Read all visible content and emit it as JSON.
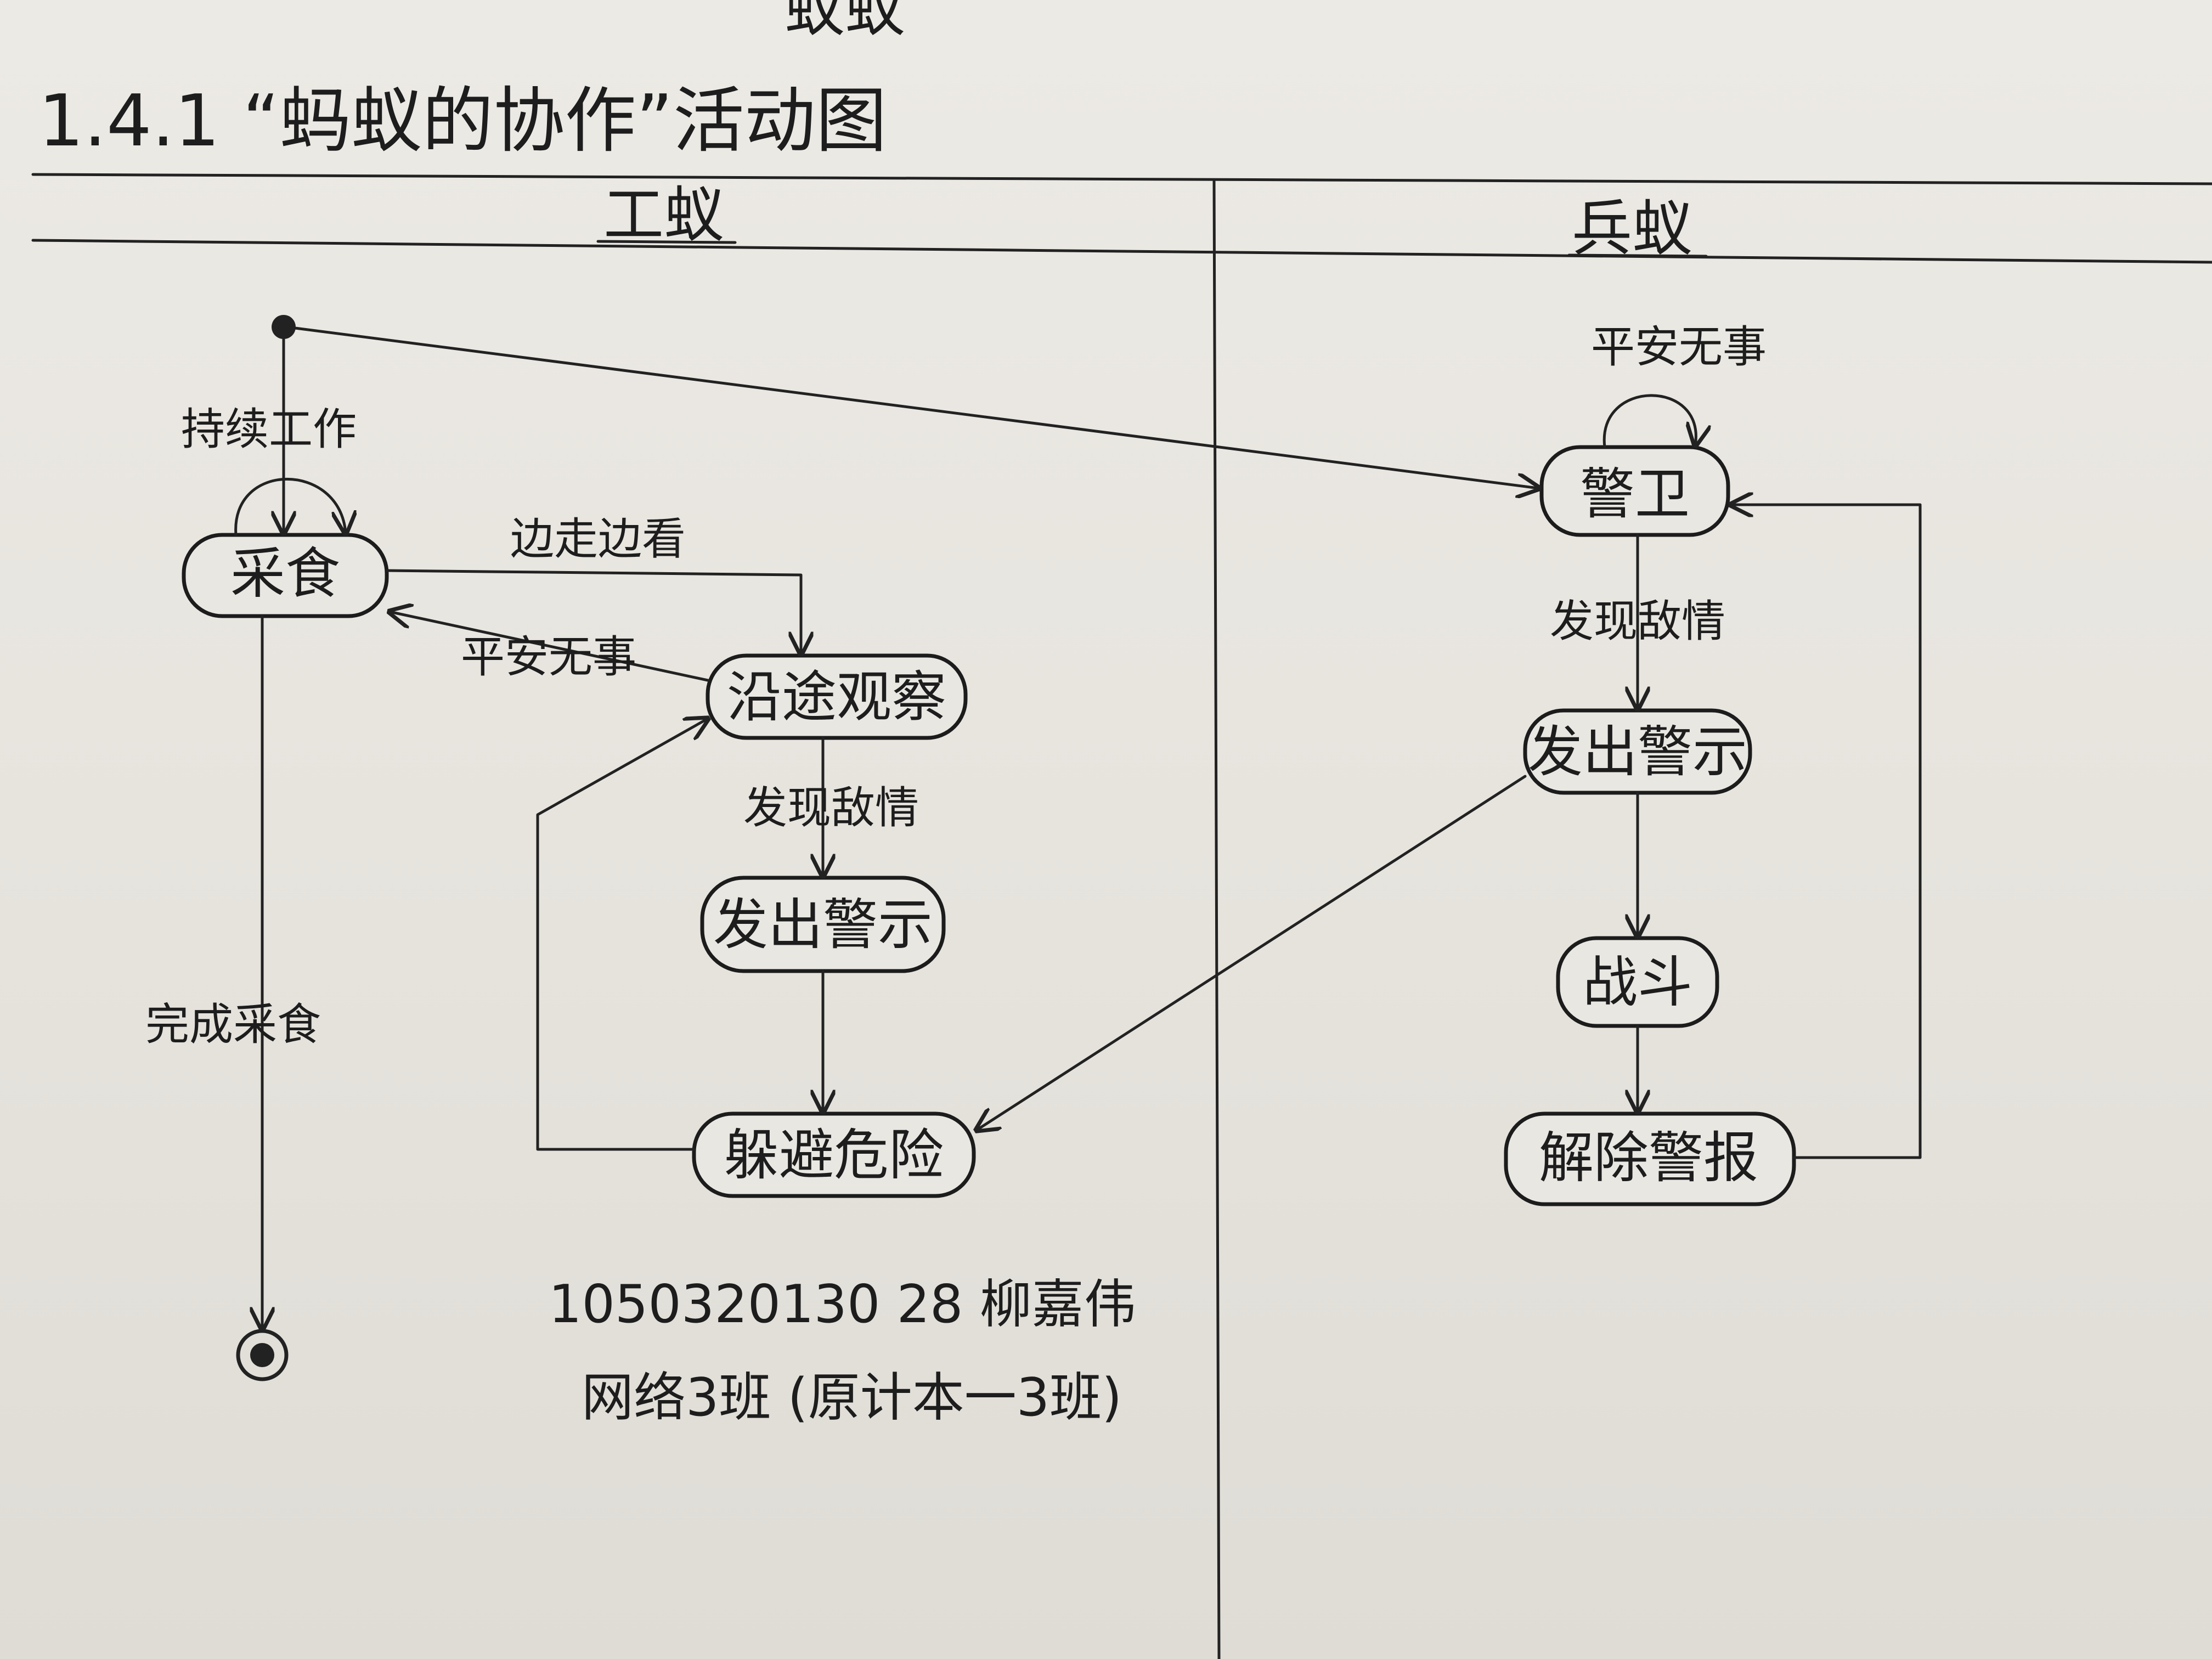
{
  "page": {
    "top_fragment": "蚁蚁",
    "section_title": "1.4.1 “蚂蚁的协作”活动图"
  },
  "lanes": {
    "worker": "工蚁",
    "soldier": "兵蚁"
  },
  "nodes": {
    "forage": "采食",
    "observe": "沿途观察",
    "warn_worker": "发出警示",
    "avoid": "躲避危险",
    "guard": "警卫",
    "warn_soldier": "发出警示",
    "fight": "战斗",
    "release": "解除警报"
  },
  "edges": {
    "keep_working": "持续工作",
    "walk_look": "边走边看",
    "safe_worker": "平安无事",
    "found_enemy_worker": "发现敌情",
    "finish_forage": "完成采食",
    "safe_soldier": "平安无事",
    "found_enemy_soldier": "发现敌情"
  },
  "signature": {
    "line1": "1050320130 28 柳嘉伟",
    "line2": "网络3班 (原计本一3班)"
  },
  "colors": {
    "ink": "#222222",
    "paper": "#e9e7e2"
  }
}
